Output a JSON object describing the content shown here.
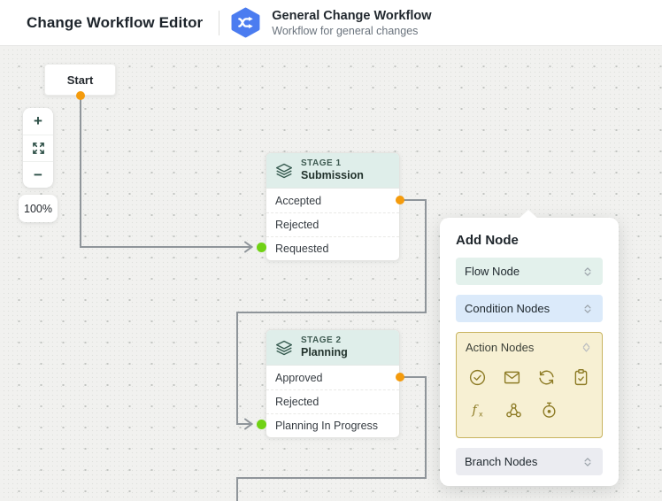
{
  "header": {
    "title": "Change Workflow Editor",
    "workflow": {
      "name": "General Change Workflow",
      "subtitle": "Workflow for general changes",
      "icon": "shuffle-hexagon-icon",
      "icon_color": "#4b7cf0"
    }
  },
  "canvas": {
    "zoom_level": "100%",
    "controls": {
      "zoom_in": "+",
      "zoom_out": "−",
      "fit": "expand-icon"
    },
    "start_node": {
      "label": "Start"
    },
    "stages": [
      {
        "stage_label": "STAGE 1",
        "name": "Submission",
        "statuses": [
          "Accepted",
          "Rejected",
          "Requested"
        ]
      },
      {
        "stage_label": "STAGE 2",
        "name": "Planning",
        "statuses": [
          "Approved",
          "Rejected",
          "Planning In Progress"
        ]
      }
    ],
    "colors": {
      "out_port": "#f49b0c",
      "in_port": "#70d214",
      "connector": "#8f959a",
      "stage_header_bg": "#dfeeea"
    }
  },
  "add_node_panel": {
    "title": "Add Node",
    "sections": [
      {
        "label": "Flow Node",
        "state": "collapsed",
        "bg": "#e3f1ec"
      },
      {
        "label": "Condition Nodes",
        "state": "collapsed",
        "bg": "#dbeafa"
      },
      {
        "label": "Action Nodes",
        "state": "expanded",
        "bg": "#f7f0d3",
        "border": "#c8b460",
        "icons": [
          "check-circle-icon",
          "mail-icon",
          "sync-icon",
          "clipboard-check-icon",
          "function-icon",
          "webhook-icon",
          "timer-icon"
        ]
      },
      {
        "label": "Branch Nodes",
        "state": "collapsed",
        "bg": "#ebecf1"
      }
    ]
  }
}
